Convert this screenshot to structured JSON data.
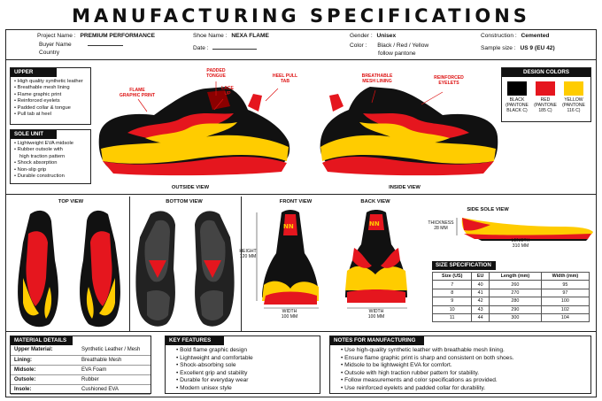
{
  "title": "MANUFACTURING SPECIFICATIONS",
  "header": {
    "project_name_label": "Project Name :",
    "project_name": "PREMIUM PERFORMANCE",
    "shoe_name_label": "Shoe Name :",
    "shoe_name": "NEXA FLAME",
    "gender_label": "Gender :",
    "gender": "Unisex",
    "construction_label": "Construction :",
    "construction": "Cemented",
    "buyer_name_label": "Buyer Name",
    "country_label": "Country",
    "date_label": "Date :",
    "color_label": "Color :",
    "color_value_1": "Black / Red / Yellow",
    "color_value_2": "follow pantone",
    "sample_size_label": "Sample size :",
    "sample_size": "US 9 (EU 42)"
  },
  "upper": {
    "title": "UPPER",
    "items": [
      "High quality synthetic leather",
      "Breathable mesh lining",
      "Flame graphic print",
      "Reinforced eyelets",
      "Padded collar & tongue",
      "Pull tab at heel"
    ]
  },
  "sole_unit": {
    "title": "SOLE UNIT",
    "items": [
      "Lightweight EVA midsole",
      "Rubber outsole with",
      "high traction pattern",
      "Shock absorption",
      "Non-slip grip",
      "Durable construction"
    ]
  },
  "outside_callouts": {
    "flame": "FLAME GRAPHIC PRINT",
    "tongue": "PADDED TONGUE",
    "lace": "LACE UP",
    "heel": "HEEL PULL TAB"
  },
  "inside_callouts": {
    "mesh": "BREATHABLE MESH LINING",
    "eyelets": "REINFORCED EYELETS"
  },
  "view_captions": {
    "outside": "OUTSIDE VIEW",
    "inside": "INSIDE VIEW",
    "top": "TOP VIEW",
    "bottom": "BOTTOM VIEW",
    "front": "FRONT VIEW",
    "back": "BACK VIEW",
    "side_sole": "SIDE SOLE VIEW"
  },
  "design_colors": {
    "title": "DESIGN COLORS",
    "swatches": [
      {
        "name": "BLACK",
        "pantone": "(PANTONE BLACK C)",
        "hex": "#000000"
      },
      {
        "name": "RED",
        "pantone": "(PANTONE 185 C)",
        "hex": "#e5161e"
      },
      {
        "name": "YELLOW",
        "pantone": "(PANTONE 116 C)",
        "hex": "#ffcc00"
      }
    ]
  },
  "dimensions": {
    "height_label": "HEIGHT",
    "height_value": "120 mm",
    "front_width_label": "WIDTH",
    "front_width_value": "100 mm",
    "back_width_label": "WIDTH",
    "back_width_value": "100 mm",
    "thickness_label": "THICKNESS",
    "thickness_value": "28 mm",
    "length_label": "LENGTH",
    "length_value": "310 mm"
  },
  "size_spec": {
    "title": "SIZE SPECIFICATION",
    "headers": [
      "Size (US)",
      "EU",
      "Length (mm)",
      "Width (mm)"
    ],
    "rows": [
      [
        "7",
        "40",
        "260",
        "95"
      ],
      [
        "8",
        "41",
        "270",
        "97"
      ],
      [
        "9",
        "42",
        "280",
        "100"
      ],
      [
        "10",
        "43",
        "290",
        "102"
      ],
      [
        "11",
        "44",
        "300",
        "104"
      ]
    ]
  },
  "material_details": {
    "title": "MATERIAL DETAILS",
    "rows": [
      [
        "Upper Material:",
        "Synthetic Leather / Mesh"
      ],
      [
        "Lining:",
        "Breathable Mesh"
      ],
      [
        "Midsole:",
        "EVA Foam"
      ],
      [
        "Outsole:",
        "Rubber"
      ],
      [
        "Insole:",
        "Cushioned EVA"
      ]
    ]
  },
  "key_features": {
    "title": "KEY FEATURES",
    "items": [
      "Bold flame graphic design",
      "Lightweight and comfortable",
      "Shock-absorbing sole",
      "Excellent grip and stability",
      "Durable for everyday wear",
      "Modern unisex style"
    ]
  },
  "notes": {
    "title": "NOTES FOR MANUFACTURING",
    "items": [
      "Use high-quality synthetic leather with breathable mesh lining.",
      "Ensure flame graphic print is sharp and consistent on both shoes.",
      "Midsole to be lightweight EVA for comfort.",
      "Outsole with high traction rubber pattern for stability.",
      "Follow measurements and color specifications as provided.",
      "Use reinforced eyelets and padded collar for durability."
    ]
  },
  "colors": {
    "black": "#111111",
    "red": "#e5161e",
    "yellow": "#ffcc00",
    "dark_red": "#8b0000"
  }
}
